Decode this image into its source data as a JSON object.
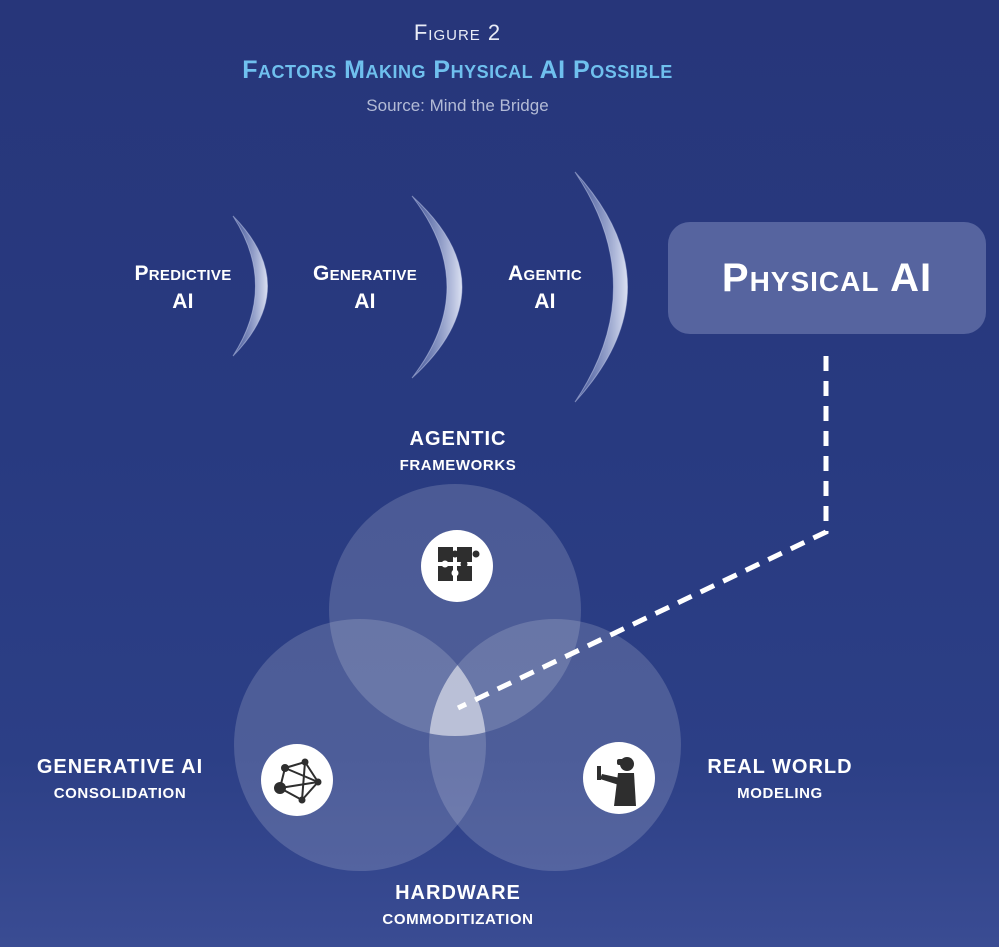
{
  "header": {
    "figure_label": "Figure 2",
    "title": "Factors Making Physical AI Possible",
    "source": "Source: Mind the Bridge"
  },
  "evolution": {
    "stages": [
      {
        "line1": "Predictive",
        "line2": "AI"
      },
      {
        "line1": "Generative",
        "line2": "AI"
      },
      {
        "line1": "Agentic",
        "line2": "AI"
      }
    ],
    "target": "Physical AI"
  },
  "factors": {
    "top": {
      "title": "AGENTIC",
      "subtitle": "FRAMEWORKS"
    },
    "left": {
      "title": "GENERATIVE AI",
      "subtitle": "CONSOLIDATION"
    },
    "right": {
      "title": "REAL WORLD",
      "subtitle": "MODELING"
    },
    "bottom": {
      "title": "HARDWARE",
      "subtitle": "COMMODITIZATION"
    }
  },
  "icons": {
    "top": "puzzle-icon",
    "left": "network-graph-icon",
    "right": "vr-person-icon"
  },
  "colors": {
    "background": "#283a80",
    "title_accent": "#6fc0ee",
    "box": "#56649f",
    "circle_fill": "#ffffff"
  }
}
